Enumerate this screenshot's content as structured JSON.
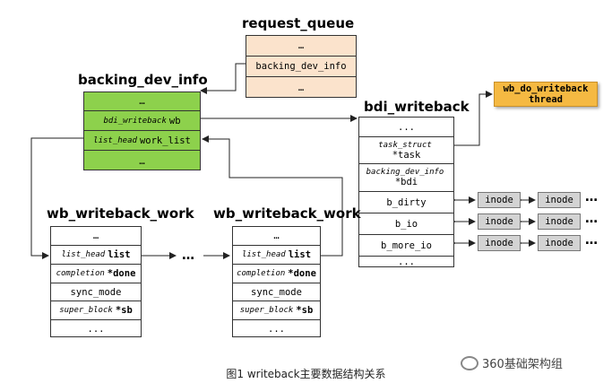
{
  "request_queue": {
    "title": "request_queue",
    "rows": [
      "…",
      "backing_dev_info",
      "…"
    ]
  },
  "backing_dev_info": {
    "title": "backing_dev_info",
    "top": "…",
    "wb_type": "bdi_writeback",
    "wb_name": "wb",
    "wl_type": "list_head",
    "wl_name": "work_list",
    "bottom": "…"
  },
  "bdi_writeback": {
    "title": "bdi_writeback",
    "top": "...",
    "task_type": "task_struct",
    "task_name": "*task",
    "bdi_type": "backing_dev_info",
    "bdi_name": "*bdi",
    "b_dirty": "b_dirty",
    "b_io": "b_io",
    "b_more_io": "b_more_io",
    "bottom": "..."
  },
  "wb_do_writeback": {
    "line1": "wb_do_writeback",
    "line2": "thread"
  },
  "work1": {
    "title": "wb_writeback_work",
    "top": "…",
    "list_type": "list_head",
    "list_name": "list",
    "done_type": "completion",
    "done_name": "*done",
    "sync": "sync_mode",
    "sb_type": "super_block",
    "sb_name": "*sb",
    "bottom": "..."
  },
  "work2": {
    "title": "wb_writeback_work",
    "top": "…",
    "list_type": "list_head",
    "list_name": "list",
    "done_type": "completion",
    "done_name": "*done",
    "sync": "sync_mode",
    "sb_type": "super_block",
    "sb_name": "*sb",
    "bottom": "..."
  },
  "inode_label": "inode",
  "ellipsis": "…",
  "works_ellipsis": "…",
  "caption": "图1  writeback主要数据结构关系",
  "watermark": "360基础架构组"
}
